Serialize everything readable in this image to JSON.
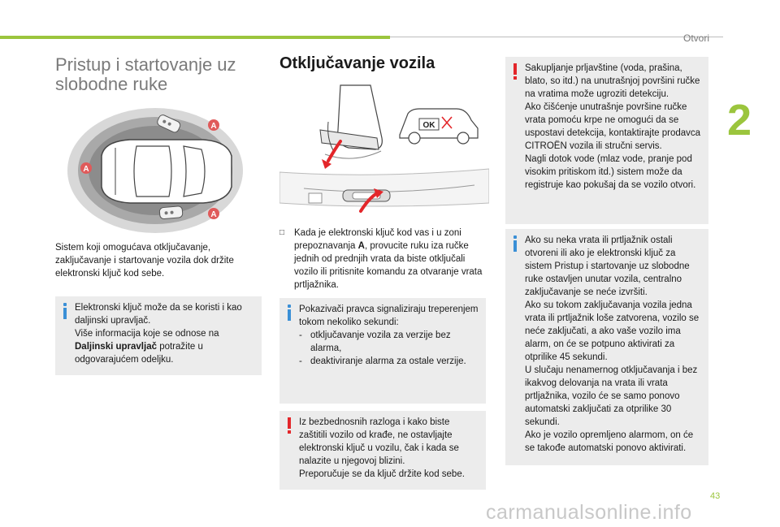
{
  "header": {
    "section": "Otvori",
    "chapter": "2"
  },
  "left": {
    "title": "Pristup i startovanje uz slobodne ruke",
    "intro": "Sistem koji omogućava otključavanje, zaključavanje i startovanje vozila dok držite elektronski ključ kod sebe.",
    "tip": {
      "line1": "Elektronski ključ može da se koristi i kao daljinski upravljač.",
      "line2_pre": "Više informacija koje se odnose na ",
      "line2_bold": "Daljinski upravljač",
      "line2_post": " potražite u odgovarajućem odeljku."
    },
    "diagram": {
      "zone_label": "A"
    }
  },
  "middle": {
    "title": "Otključavanje vozila",
    "ok_label": "OK",
    "bullet": {
      "mark": "□",
      "pre": "Kada je elektronski ključ kod vas i u zoni prepoznavanja ",
      "bold": "A",
      "post": ", provucite ruku iza ručke jednih od prednjih vrata da biste otključali vozilo ili pritisnite komandu za otvaranje vrata prtljažnika."
    },
    "tip": {
      "intro": "Pokazivači pravca signaliziraju treperenjem tokom nekoliko sekundi:",
      "items": [
        "otključavanje vozila za verzije bez alarma,",
        "deaktiviranje alarma za ostale verzije."
      ]
    },
    "warning": {
      "line1": "Iz bezbednosnih razloga i kako biste zaštitili vozilo od krađe, ne ostavljajte elektronski ključ u vozilu, čak i kada se nalazite u njegovoj blizini.",
      "line2": "Preporučuje se da ključ držite kod sebe."
    }
  },
  "right": {
    "warning": {
      "p1": "Sakupljanje prljavštine (voda, prašina, blato, so itd.) na unutrašnjoj površini ručke na vratima može ugroziti detekciju.",
      "p2": "Ako čišćenje unutrašnje površine ručke vrata pomoću krpe ne omogući da se uspostavi detekcija, kontaktirajte prodavca CITROËN vozila ili stručni servis.",
      "p3": "Nagli dotok vode (mlaz vode, pranje pod visokim pritiskom itd.) sistem može da registruje kao pokušaj da se vozilo otvori."
    },
    "tip": {
      "p1": "Ako su neka vrata ili prtljažnik ostali otvoreni ili ako je elektronski ključ za sistem Pristup i startovanje uz slobodne ruke ostavljen unutar vozila, centralno zaključavanje se neće izvršiti.",
      "p2": "Ako su tokom zaključavanja vozila jedna vrata ili prtljažnik loše zatvorena, vozilo se neće zaključati, a ako vaše vozilo ima alarm, on će se potpuno aktivirati za otprilike 45 sekundi.",
      "p3": "U slučaju nenamernog otključavanja i bez ikakvog delovanja na vrata ili vrata prtljažnika, vozilo će se samo ponovo automatski zaključati za otprilike 30 sekundi.",
      "p4": "Ako je vozilo opremljeno alarmom, on će se takođe automatski ponovo aktivirati."
    }
  },
  "footer": {
    "page": "43",
    "watermark": "carmanualsonline.info"
  },
  "colors": {
    "accent": "#9bc53d",
    "info": "#3a8fd6",
    "warning": "#e3262a",
    "zone": "#e05a5a"
  }
}
